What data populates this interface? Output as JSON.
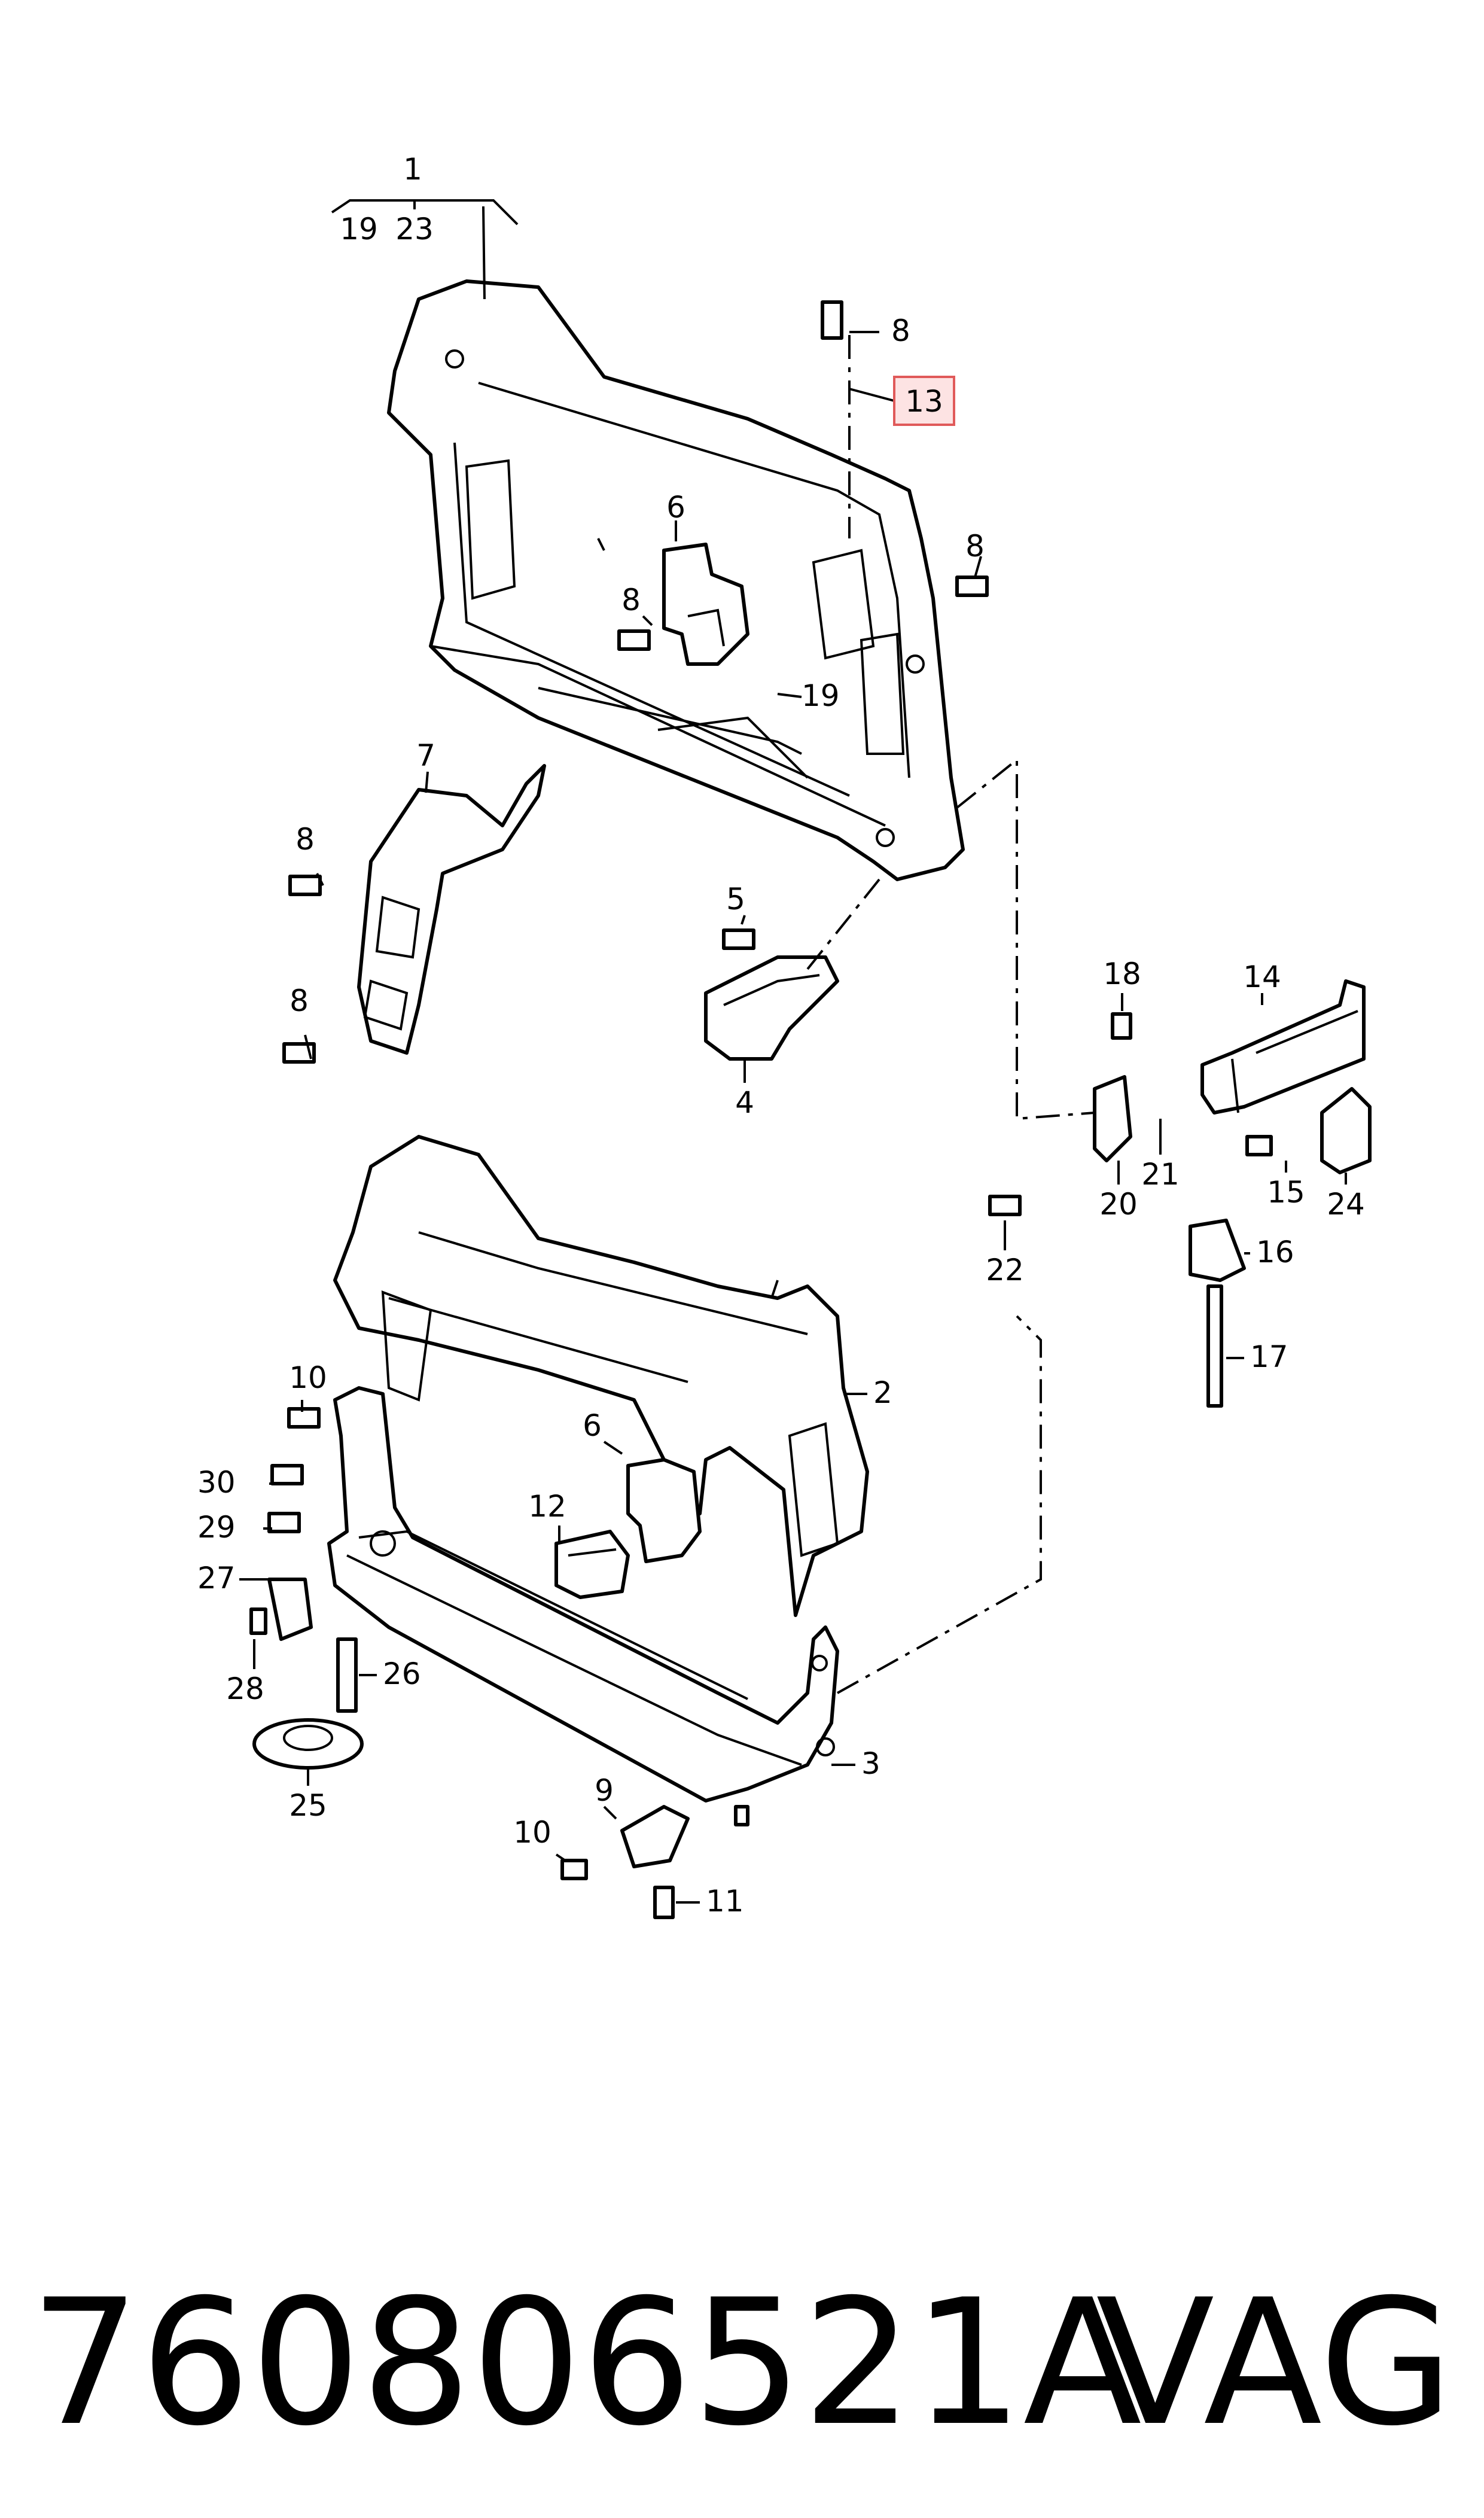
{
  "callouts": {
    "c1": "1",
    "c19a": "19",
    "c23": "23",
    "c8a": "8",
    "c13": "13",
    "c8b": "8",
    "c6a": "6",
    "c8c": "8",
    "c19b": "19",
    "c7": "7",
    "c8d": "8",
    "c8e": "8",
    "c5": "5",
    "c4": "4",
    "c18": "18",
    "c14": "14",
    "c21": "21",
    "c20": "20",
    "c15": "15",
    "c24": "24",
    "c22": "22",
    "c16": "16",
    "c17": "17",
    "c2": "2",
    "c10a": "10",
    "c30": "30",
    "c6b": "6",
    "c12": "12",
    "c29": "29",
    "c27": "27",
    "c28": "28",
    "c26": "26",
    "c25": "25",
    "c3": "3",
    "c9": "9",
    "c10b": "10",
    "c11": "11"
  },
  "highlight": {
    "color": "#e05a5a",
    "fill": "#fde3e3"
  },
  "footer": {
    "part_number": "760806521A",
    "brand": "VAG"
  }
}
